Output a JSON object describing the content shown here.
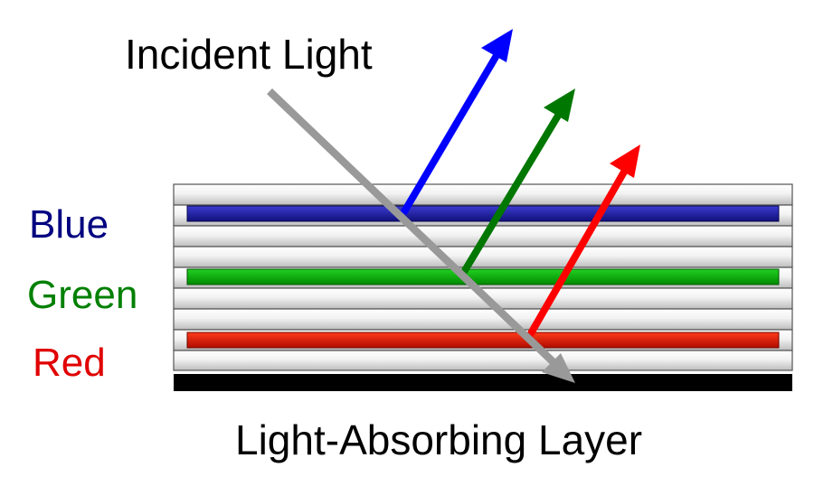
{
  "title": "Incident Light",
  "caption": "Light-Absorbing Layer",
  "layers": [
    {
      "label": "Blue",
      "color": "#000080"
    },
    {
      "label": "Green",
      "color": "#008000"
    },
    {
      "label": "Red",
      "color": "#e00000"
    }
  ],
  "colors": {
    "incident_arrow": "#999999",
    "blue_reflection": "#0000ff",
    "green_reflection": "#007700",
    "red_reflection": "#ff0000",
    "blue_band": "#1a1aa8",
    "green_band": "#00bb00",
    "red_band": "#dd1100",
    "absorbing_layer": "#000000",
    "plate_outline": "#555555"
  }
}
